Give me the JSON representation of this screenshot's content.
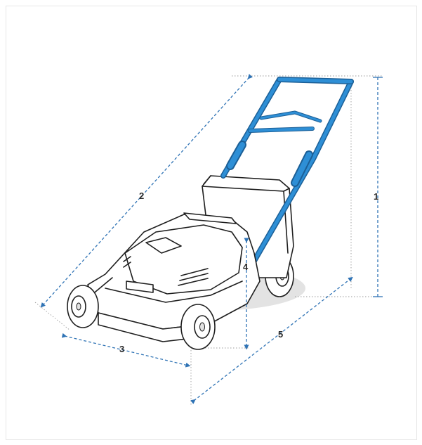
{
  "diagram": {
    "colors": {
      "handle": "#2e8fd6",
      "handle_dark": "#1c5f96",
      "dimension_line": "#2f73b5",
      "outline": "#1e1e1e",
      "shadow": "#e3e3e3"
    },
    "dimensions": [
      {
        "label": "1"
      },
      {
        "label": "2"
      },
      {
        "label": "3"
      },
      {
        "label": "4"
      },
      {
        "label": "5"
      }
    ]
  }
}
